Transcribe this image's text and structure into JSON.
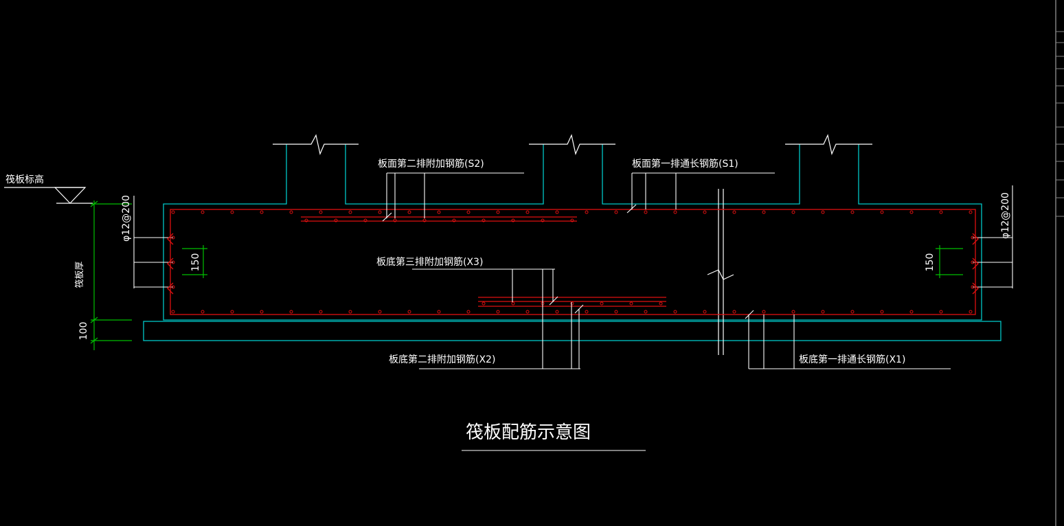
{
  "labels": {
    "raft_elevation": "筏板标高",
    "raft_thickness": "筏板厚",
    "rebar_spec_left": "φ12@200",
    "rebar_spec_right": "φ12@200",
    "spacing_left": "150",
    "spacing_right": "150",
    "cushion_thickness": "100",
    "top_second_row": "板面第二排附加钢筋(S2)",
    "top_first_row": "板面第一排通长钢筋(S1)",
    "bottom_third_row": "板底第三排附加钢筋(X3)",
    "bottom_second_row": "板底第二排附加钢筋(X2)",
    "bottom_first_row": "板底第一排通长钢筋(X1)"
  },
  "title": "筏板配筋示意图",
  "colors": {
    "background": "#000000",
    "concrete_outline": "#00c8c8",
    "rebar": "#e01010",
    "leader": "#ffffff",
    "dimension": "#00c000",
    "panel_line": "#c0c0c0"
  }
}
